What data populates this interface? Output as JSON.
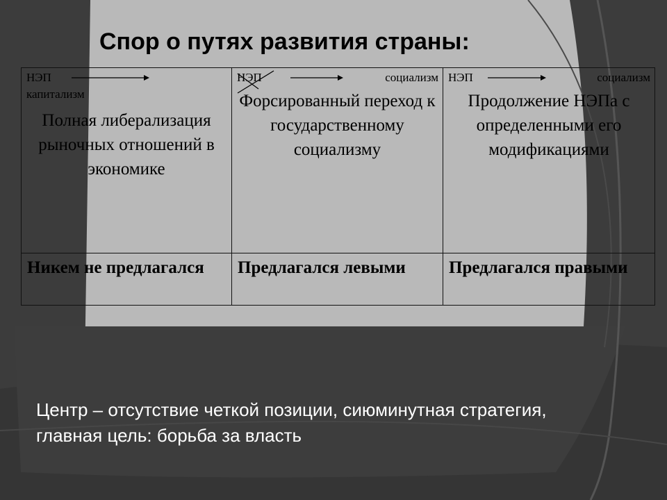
{
  "title": "Спор о путях развития страны:",
  "table": {
    "columns": [
      {
        "from": "НЭП",
        "to": "капитализм",
        "body": "Полная либерализация рыночных отношений в экономике",
        "proposed_by": "Никем не предлагался"
      },
      {
        "from": "НЭП",
        "to": "социализм",
        "body": "Форсированный переход к государственному социализму",
        "proposed_by": "Предлагался левыми"
      },
      {
        "from": "НЭП",
        "to": "социализм",
        "body": "Продолжение НЭПа с определенными его модификациями",
        "proposed_by": "Предлагался правыми"
      }
    ]
  },
  "note": "Центр – отсутствие четкой позиции, сиюминутная стратегия, главная цель: борьба за власть",
  "colors": {
    "background": "#3a3a3a",
    "panel": "#b8b8b8",
    "title": "#000000",
    "note": "#ffffff"
  }
}
